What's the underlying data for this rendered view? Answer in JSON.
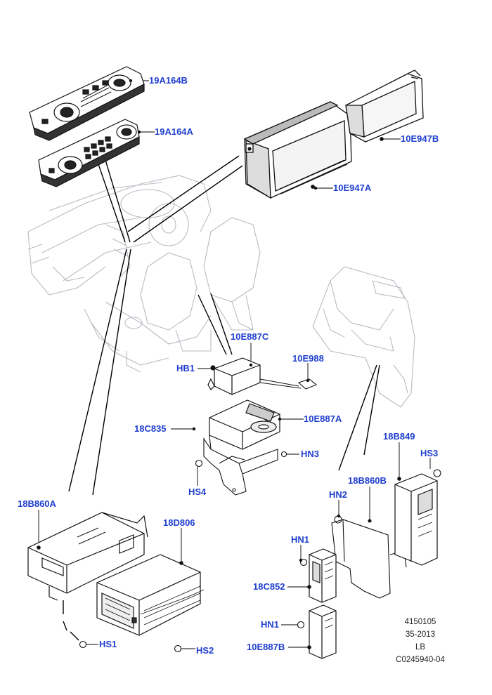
{
  "colors": {
    "label": "#1f3fd0",
    "line": "#000000",
    "ghost": "#b7bcc3",
    "part": "#111111"
  },
  "labels": {
    "l_19A164B": "19A164B",
    "l_19A164A": "19A164A",
    "l_10E947B": "10E947B",
    "l_10E947A": "10E947A",
    "l_10E887C": "10E887C",
    "l_HB1": "HB1",
    "l_10E988": "10E988",
    "l_18C835": "18C835",
    "l_10E887A": "10E887A",
    "l_HN3": "HN3",
    "l_HS4": "HS4",
    "l_18B849": "18B849",
    "l_HS3": "HS3",
    "l_18B860B": "18B860B",
    "l_HN2": "HN2",
    "l_18B860A": "18B860A",
    "l_18D806": "18D806",
    "l_HN1a": "HN1",
    "l_18C852": "18C852",
    "l_HN1b": "HN1",
    "l_10E887B": "10E887B",
    "l_HS1": "HS1",
    "l_HS2": "HS2"
  },
  "info": {
    "line1": "4150105",
    "line2": "35-2013",
    "line3": "LB",
    "line4": "C0245940-04"
  }
}
